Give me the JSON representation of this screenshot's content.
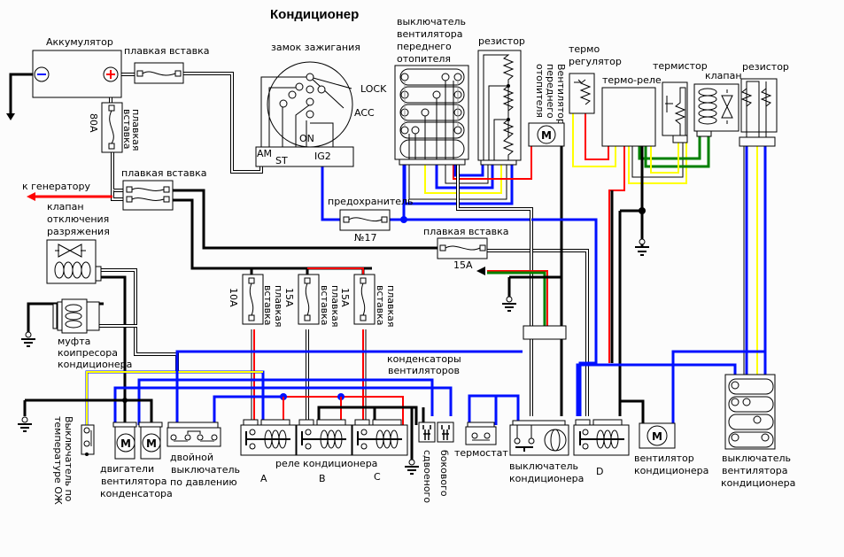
{
  "title": "Кондиционер",
  "colors": {
    "wire_black": "#000000",
    "wire_blue": "#0010ff",
    "wire_red": "#ff0000",
    "wire_yellow": "#ffff00",
    "wire_green": "#008000",
    "background": "#fcfcfc"
  },
  "components": {
    "battery": {
      "label": "Аккумулятор",
      "minus": "−",
      "plus": "+"
    },
    "fuse_main": {
      "label": "плавкая вставка"
    },
    "fuse_80a": {
      "label": "плавкая вставка",
      "rating": "80A"
    },
    "fuse_double": {
      "label": "плавкая вставка"
    },
    "to_generator": {
      "label": "к генератору"
    },
    "ignition": {
      "label": "замок зажигания",
      "lock": "LOCK",
      "acc": "ACC",
      "on": "ON",
      "am": "AM",
      "st": "ST",
      "ig2": "IG2"
    },
    "front_heater_fan_switch": {
      "label_lines": [
        "выключатель",
        "вентилятора",
        "переднего",
        "отопителя"
      ]
    },
    "resistor_heater": {
      "label": "резистор"
    },
    "front_heater_fan": {
      "label_lines": [
        "Вентилятор",
        "переднего",
        "отопителя"
      ],
      "motor": "M"
    },
    "thermo_regulator": {
      "label_lines": [
        "термо",
        "регулятор"
      ]
    },
    "thermo_relay": {
      "label": "термо-реле"
    },
    "thermistor": {
      "label": "термистор"
    },
    "valve": {
      "label": "клапан"
    },
    "resistor_ac": {
      "label": "резистор"
    },
    "vacuum_cutoff_valve": {
      "label_lines": [
        "клапан",
        "отключения",
        "разряжения"
      ]
    },
    "fuse17": {
      "label": "предохранитель",
      "number": "№17"
    },
    "fuse_15a_top": {
      "label": "плавкая вставка",
      "rating": "15A"
    },
    "compressor_clutch": {
      "label_lines": [
        "муфта",
        "коипресора",
        "кондиционера"
      ]
    },
    "fuses_row": [
      {
        "label_lines": [
          "плавкая",
          "вставка"
        ],
        "rating": "10A"
      },
      {
        "label_lines": [
          "плавкая",
          "вставка"
        ],
        "rating": "15A"
      },
      {
        "label_lines": [
          "плавкая",
          "вставка"
        ],
        "rating": "15A"
      }
    ],
    "condenser_fans_label": {
      "label_lines": [
        "конденсаторы",
        "вентиляторов"
      ]
    },
    "coolant_temp_switch": {
      "label_lines": [
        "Выключатель по",
        "температуре ОЖ"
      ]
    },
    "condenser_fan_motors": {
      "label_lines": [
        "двигатели",
        "вентилятора",
        "конденсатора"
      ],
      "motor": "M"
    },
    "dual_pressure_switch": {
      "label_lines": [
        "двойной",
        "выключатель",
        "по давлению"
      ]
    },
    "ac_relays": {
      "label": "реле кондиционера",
      "letters": [
        "A",
        "B",
        "C"
      ]
    },
    "capacitors": {
      "labels": [
        "сдвоеного",
        "бокового"
      ]
    },
    "thermostat": {
      "label": "термостат"
    },
    "ac_switch": {
      "label_lines": [
        "выключатель",
        "кондиционера"
      ]
    },
    "relay_d": {
      "label": "D"
    },
    "ac_fan": {
      "label_lines": [
        "вентилятор",
        "кондиционера"
      ],
      "motor": "M"
    },
    "ac_fan_switch": {
      "label_lines": [
        "выключатель",
        "вентилятора",
        "кондиционера"
      ]
    }
  }
}
